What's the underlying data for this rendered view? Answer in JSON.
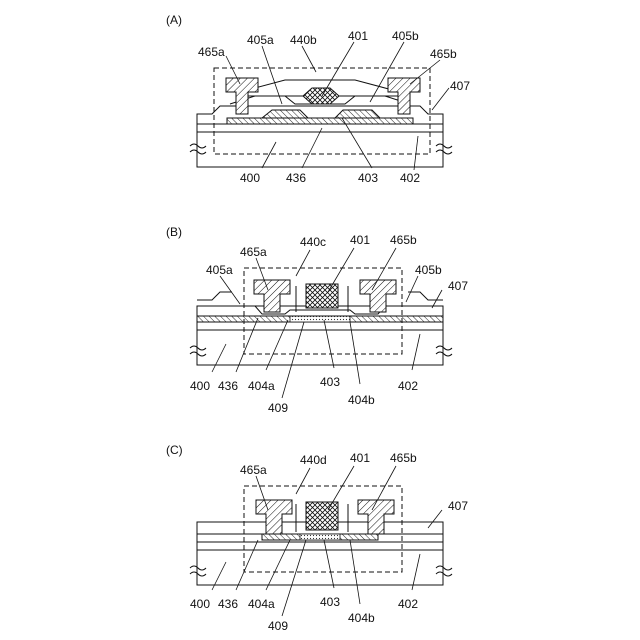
{
  "panels": [
    {
      "id": "A",
      "title": "(A)",
      "labels": {
        "l465a": "465a",
        "l405a": "405a",
        "l440b": "440b",
        "l401": "401",
        "l405b": "405b",
        "l465b": "465b",
        "l407": "407",
        "l400": "400",
        "l436": "436",
        "l403": "403",
        "l402": "402"
      }
    },
    {
      "id": "B",
      "title": "(B)",
      "labels": {
        "l465a": "465a",
        "l440c": "440c",
        "l401": "401",
        "l465b": "465b",
        "l405a": "405a",
        "l405b": "405b",
        "l407": "407",
        "l400": "400",
        "l436": "436",
        "l404a": "404a",
        "l403": "403",
        "l404b": "404b",
        "l402": "402",
        "l409": "409"
      }
    },
    {
      "id": "C",
      "title": "(C)",
      "labels": {
        "l465a": "465a",
        "l440d": "440d",
        "l401": "401",
        "l465b": "465b",
        "l407": "407",
        "l400": "400",
        "l436": "436",
        "l404a": "404a",
        "l403": "403",
        "l404b": "404b",
        "l402": "402",
        "l409": "409"
      }
    }
  ]
}
